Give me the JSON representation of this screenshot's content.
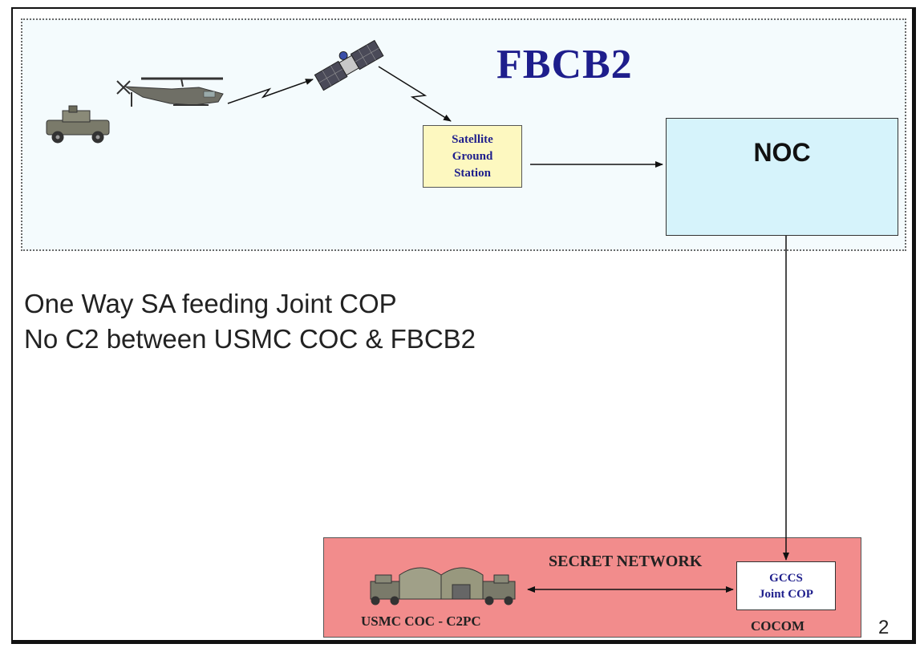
{
  "diagram": {
    "title": "FBCB2",
    "satellite_ground_station": "Satellite\nGround\nStation",
    "noc": "NOC",
    "notes": [
      "One Way SA feeding Joint COP",
      "No C2 between USMC COC & FBCB2"
    ],
    "secret_network": "SECRET NETWORK",
    "gccs": {
      "line1": "GCCS",
      "line2": "Joint COP"
    },
    "usmc_coc": "USMC COC - C2PC",
    "cocom": "COCOM",
    "page_number": "2"
  },
  "colors": {
    "title": "#1e1e8c",
    "top_panel": "#f4fbfd",
    "ground_station": "#fdf8c0",
    "noc": "#d6f3fb",
    "cocom_panel": "#f28c8c"
  },
  "icons": [
    "humvee-icon",
    "helicopter-icon",
    "satellite-icon",
    "coc-vehicles-icon"
  ]
}
